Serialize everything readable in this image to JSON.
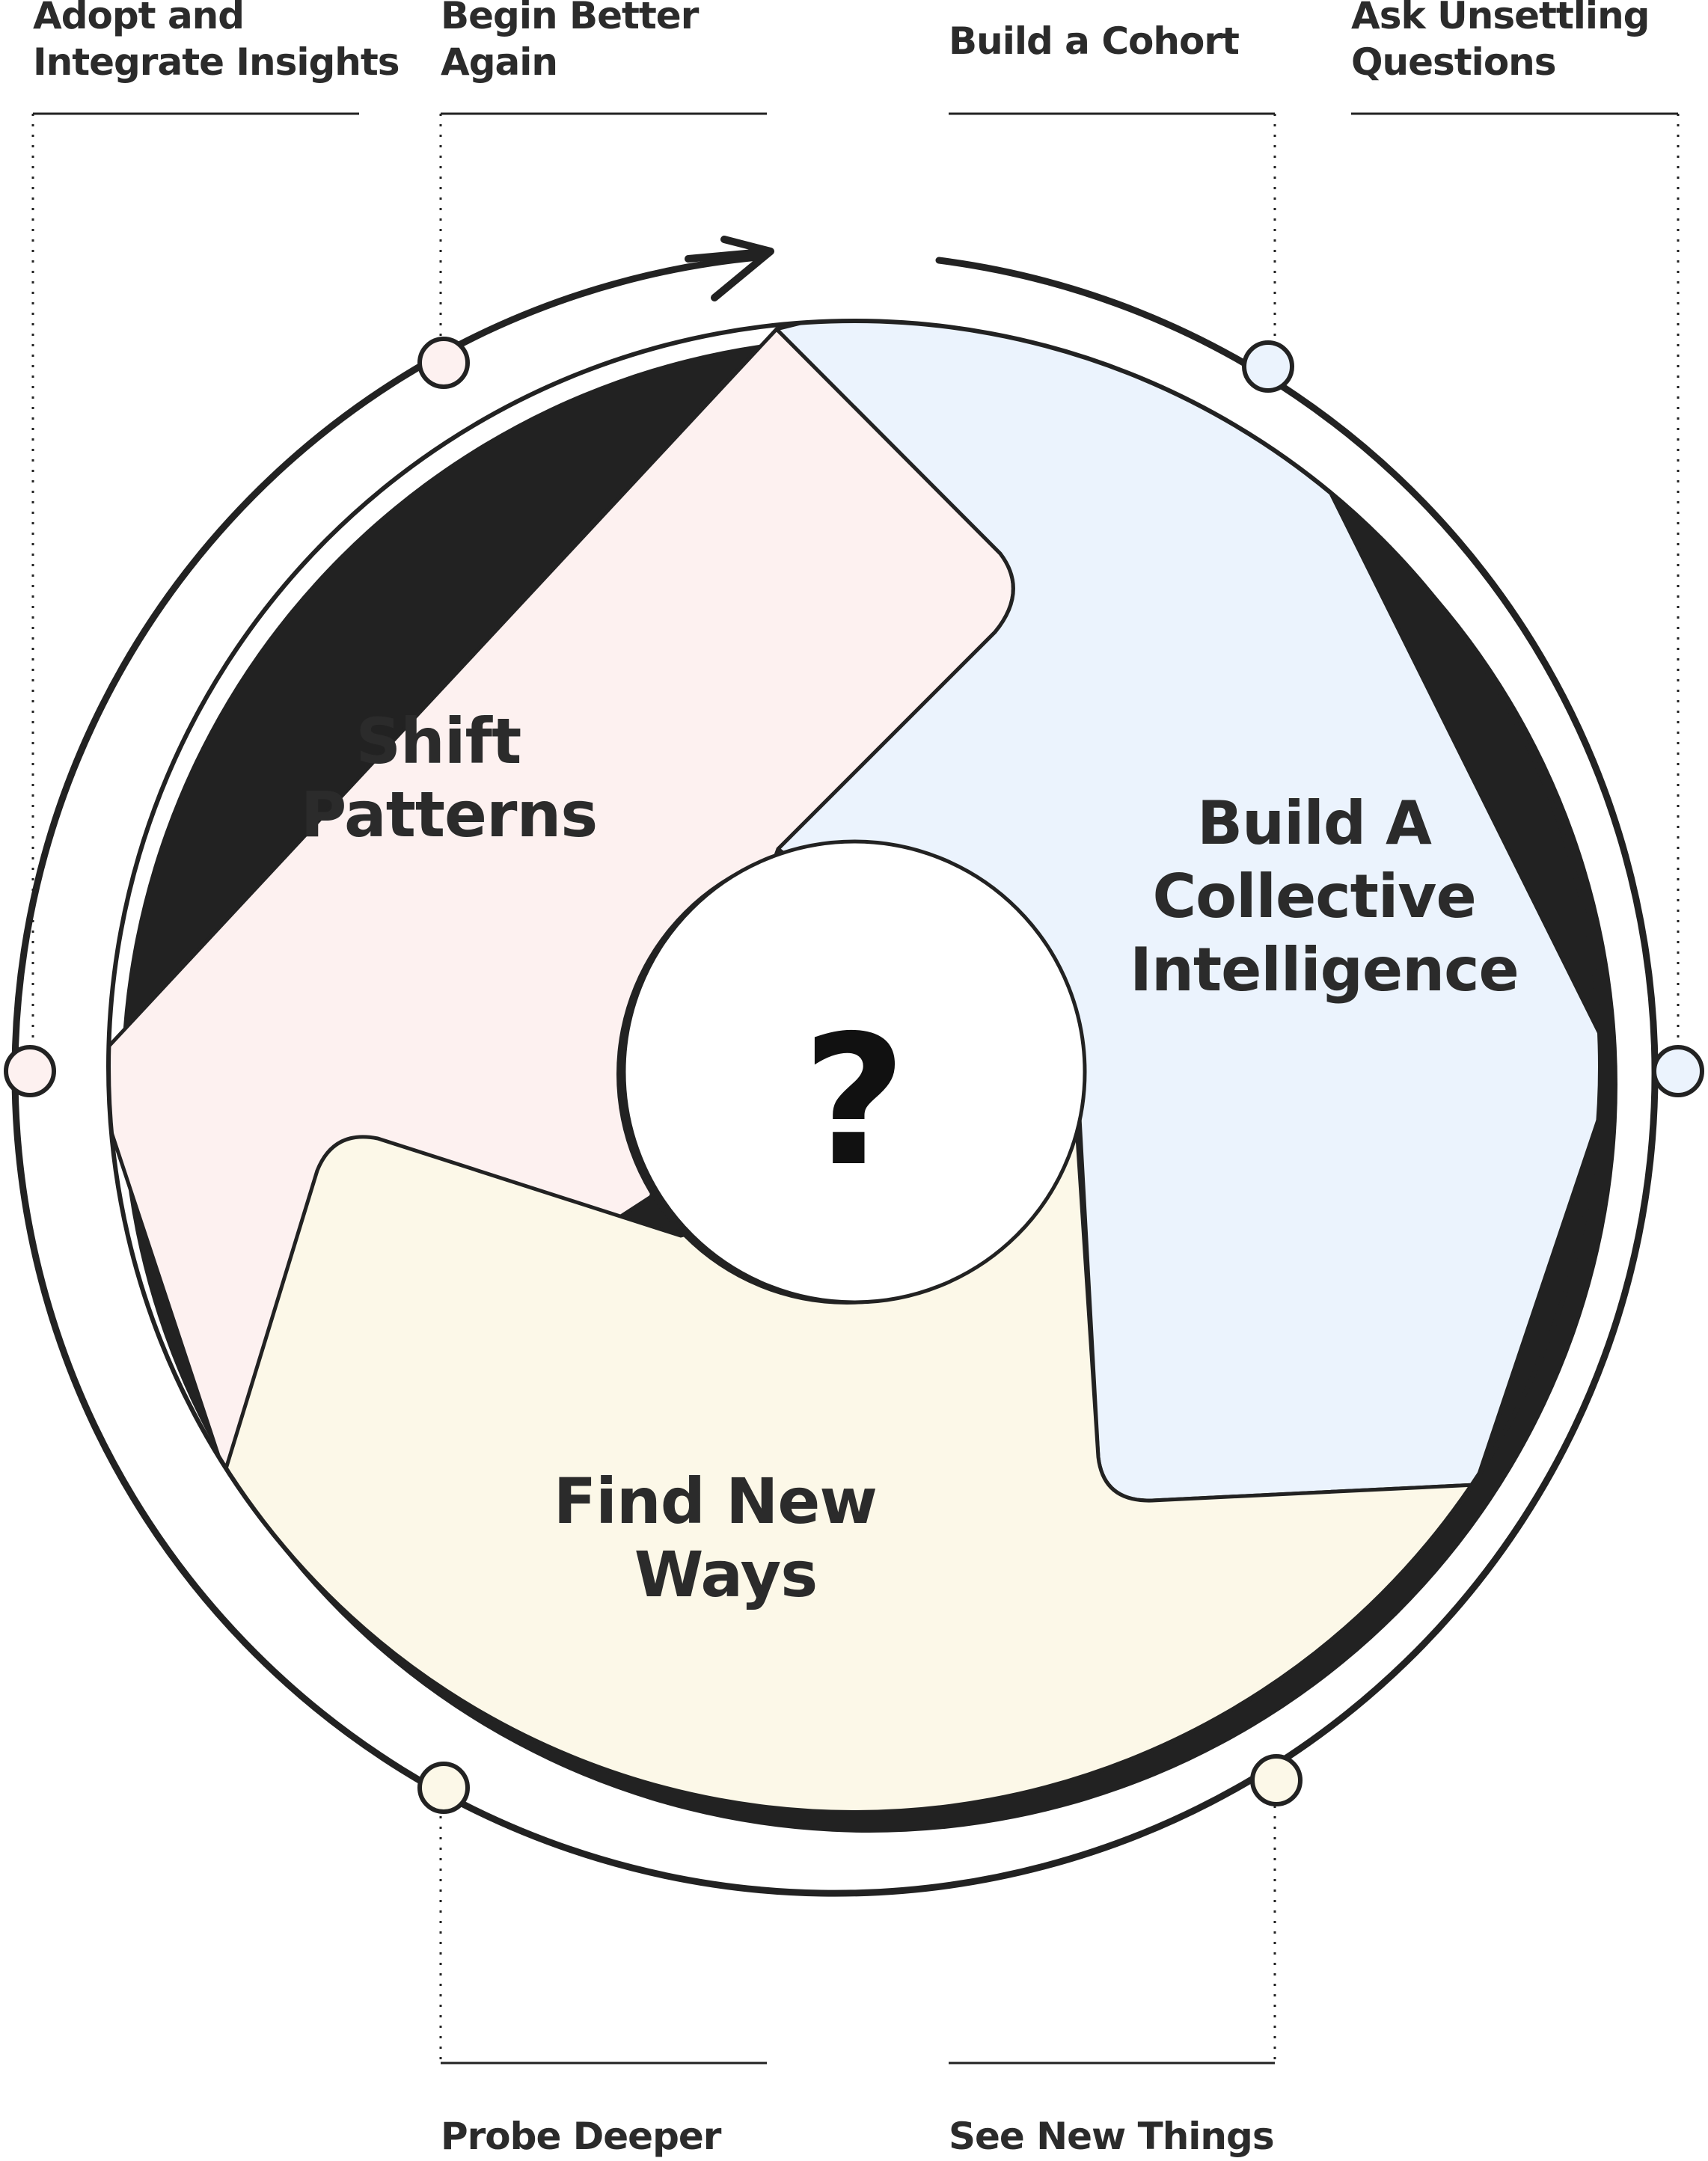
{
  "callouts": {
    "adopt": [
      "Adopt and",
      "Integrate Insights"
    ],
    "begin": [
      "Begin Better",
      "Again"
    ],
    "cohort": [
      "Build a Cohort"
    ],
    "ask": [
      "Ask Unsettling",
      "Questions"
    ],
    "probe": [
      "Probe Deeper"
    ],
    "see": [
      "See New Things"
    ]
  },
  "segments": {
    "shift": [
      "Shift",
      "Patterns"
    ],
    "collective": [
      "Build A",
      "Collective",
      "Intelligence"
    ],
    "find": [
      "Find New",
      "Ways"
    ]
  },
  "center": {
    "symbol": "?"
  },
  "colors": {
    "shift_fill": "#fdf1f0",
    "collective_fill": "#ebf3fd",
    "find_fill": "#fcf8e8",
    "ink": "#222222",
    "text": "#2b2b2b"
  }
}
